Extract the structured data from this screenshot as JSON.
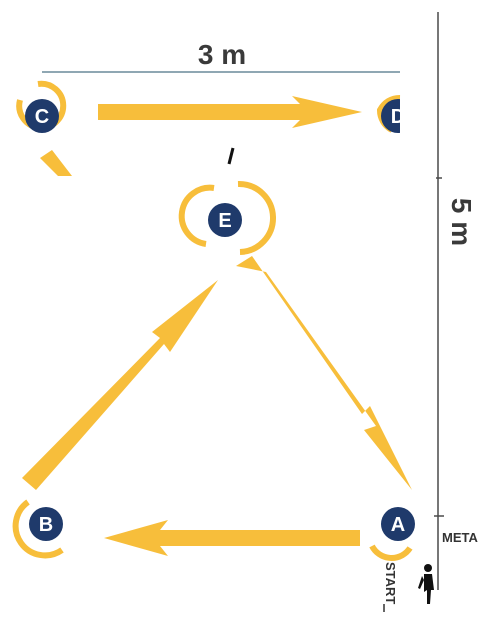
{
  "dimensions": {
    "width_label": "3 m",
    "height_label": "5 m"
  },
  "nodes": {
    "a": "A",
    "b": "B",
    "c": "C",
    "d": "D",
    "e": "E"
  },
  "labels": {
    "finish": "META",
    "start": "START"
  },
  "colors": {
    "arrow": "#F7BE3B",
    "node": "#1F3A6B",
    "line": "#4a4a4a"
  },
  "icons": {
    "runner": "runner-icon"
  }
}
